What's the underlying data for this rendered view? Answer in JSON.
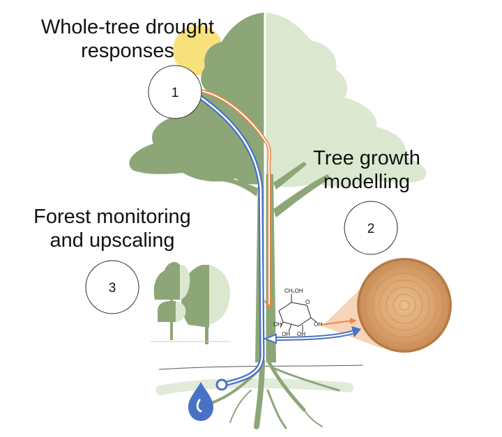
{
  "labels": {
    "whole_tree": [
      "Whole-tree drought",
      "responses"
    ],
    "tree_growth": [
      "Tree growth",
      "modelling"
    ],
    "forest": [
      "Forest monitoring",
      "and upscaling"
    ]
  },
  "markers": [
    "1",
    "2",
    "3"
  ],
  "molecule": {
    "ch2oh": "CH₂OH",
    "o": "O",
    "oh1": "OH",
    "oh2": "OH",
    "oh3": "OH",
    "oh4": "OH"
  },
  "icons": [
    "sun-icon",
    "water-drop-icon",
    "tree-ring-icon",
    "glucose-molecule-icon"
  ],
  "colors": {
    "tree_dark": "#8da677",
    "tree_light": "#dbe8cf",
    "sun": "#f8e07a",
    "water_flow": "#4a72c4",
    "sugar_flow": "#e8884a",
    "wood": "#d9a26e"
  }
}
